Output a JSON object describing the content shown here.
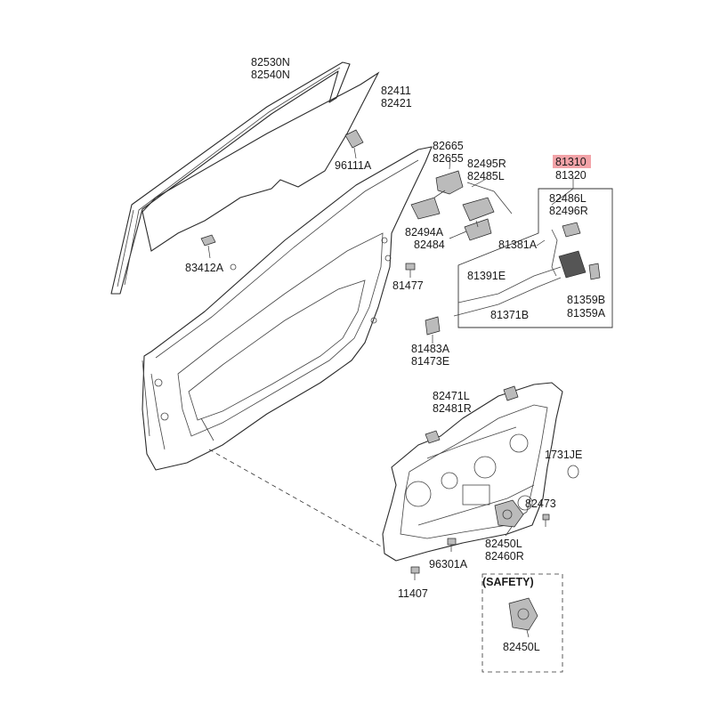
{
  "labels": {
    "run_channel": [
      "82530N",
      "82540N"
    ],
    "door_glass": [
      "82411",
      "82421"
    ],
    "glass_clip": "96111A",
    "glass_holder": "83412A",
    "hinge_upper": [
      "82665",
      "82655"
    ],
    "hinge_lower": "82484",
    "hinge_lower_alt": "82494A",
    "checker": [
      "82495R",
      "82485L"
    ],
    "latch_assy": [
      "81310",
      "81320"
    ],
    "latch_rod": [
      "82486L",
      "82496R"
    ],
    "latch_clip": "81381A",
    "bolt": "81477",
    "cable_inner": "81391E",
    "cable_outer": "81371B",
    "latch_bracket": [
      "81359B",
      "81359A"
    ],
    "striker_bumper": [
      "81483A",
      "81473E"
    ],
    "module_panel": [
      "82471L",
      "82481R"
    ],
    "grommet": "1731JE",
    "regulator_screw": "82473",
    "regulator_motor": [
      "82450L",
      "82460R"
    ],
    "screw_a": "96301A",
    "screw_b": "11407",
    "safety_title": "(SAFETY)",
    "safety_motor": "82450L"
  },
  "highlight_color": "#f3a3a8"
}
